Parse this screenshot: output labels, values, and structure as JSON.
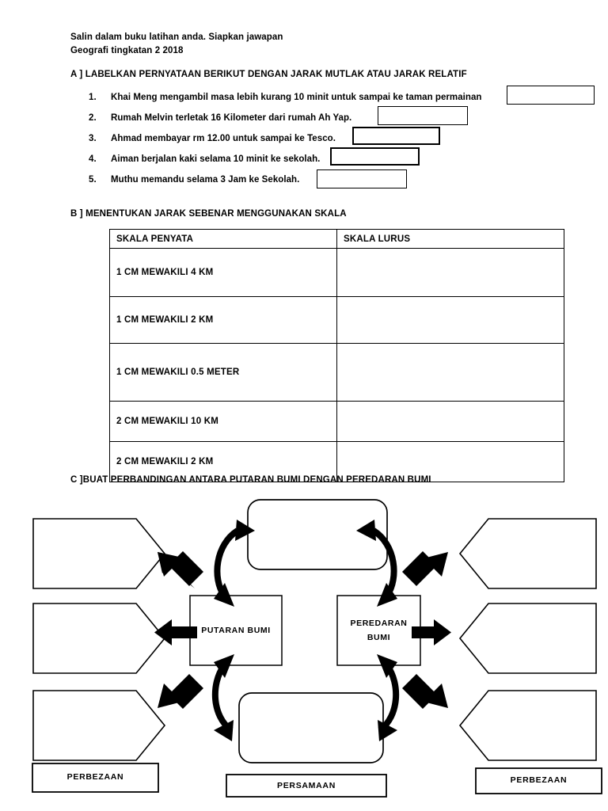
{
  "header": {
    "line1": "Salin dalam buku latihan anda. Siapkan jawapan",
    "line2": "Geografi tingkatan 2 2018"
  },
  "section_a": {
    "heading_regular": "A ] LABELKAN PERNYATAAN BERIKUT DENGAN ",
    "heading_bold": "JARAK MUTLAK ATAU JARAK RELATIF",
    "items": [
      {
        "number": "1.",
        "text": "Khai Meng mengambil masa lebih kurang 10 minit untuk sampai ke taman permainan"
      },
      {
        "number": "2.",
        "text": "Rumah Melvin terletak 16 Kilometer dari rumah Ah Yap."
      },
      {
        "number": "3.",
        "text": "Ahmad membayar rm 12.00 untuk sampai ke Tesco."
      },
      {
        "number": "4.",
        "text": "Aiman berjalan kaki selama 10 minit ke sekolah."
      },
      {
        "number": "5.",
        "text": "Muthu memandu selama 3 Jam ke Sekolah."
      }
    ]
  },
  "section_b": {
    "heading": "B ] MENENTUKAN JARAK SEBENAR MENGGUNAKAN SKALA",
    "columns": [
      "SKALA PENYATA",
      "SKALA LURUS"
    ],
    "rows": [
      {
        "skala_penyata": "1 CM MEWAKILI 4 KM",
        "skala_lurus": ""
      },
      {
        "skala_penyata": "1 CM MEWAKILI 2 KM",
        "skala_lurus": ""
      },
      {
        "skala_penyata": "1 CM MEWAKILI 0.5 METER",
        "skala_lurus": ""
      },
      {
        "skala_penyata": "2 CM MEWAKILI 10 KM",
        "skala_lurus": ""
      },
      {
        "skala_penyata": "2 CM MEWAKILI 2 KM",
        "skala_lurus": ""
      }
    ]
  },
  "section_c": {
    "heading": "C ]BUAT PERBANDINGAN ANTARA PUTARAN BUMI DENGAN PEREDARAN BUMI",
    "center_left": "PUTARAN BUMI",
    "center_right_line1": "PEREDARAN",
    "center_right_line2": "BUMI",
    "legend_left": "PERBEZAAN",
    "legend_center": "PERSAMAAN",
    "legend_right": "PERBEZAAN",
    "left_blanks": [
      "",
      "",
      ""
    ],
    "right_blanks": [
      "",
      "",
      ""
    ],
    "center_blanks": [
      "",
      ""
    ]
  },
  "colors": {
    "ink": "#000000",
    "paper": "#ffffff"
  }
}
